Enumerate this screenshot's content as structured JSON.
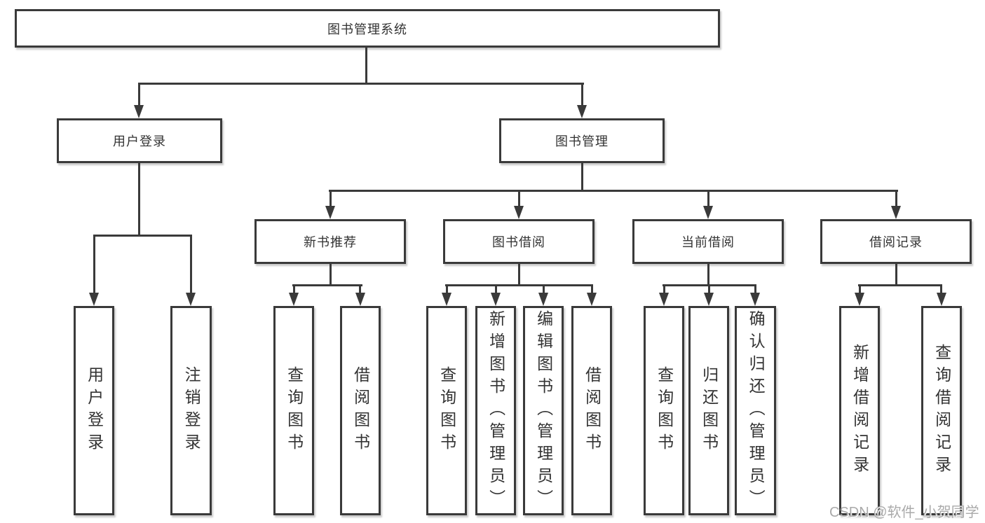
{
  "colors": {
    "line": "#3a3a3a",
    "box_border": "#3a3a3a",
    "text": "#333333",
    "watermark": "#aaaaaa",
    "background": "#ffffff"
  },
  "diagram": {
    "root": "图书管理系统",
    "user_login_branch": {
      "label": "用户登录",
      "children": [
        "用户登录",
        "注销登录"
      ]
    },
    "book_mgmt_branch": {
      "label": "图书管理",
      "groups": [
        {
          "label": "新书推荐",
          "children": [
            "查询图书",
            "借阅图书"
          ]
        },
        {
          "label": "图书借阅",
          "children": [
            "查询图书",
            "新增图书（管理员）",
            "编辑图书（管理员）",
            "借阅图书"
          ]
        },
        {
          "label": "当前借阅",
          "children": [
            "查询图书",
            "归还图书",
            "确认归还（管理员）"
          ]
        },
        {
          "label": "借阅记录",
          "children": [
            "新增借阅记录",
            "查询借阅记录"
          ]
        }
      ]
    },
    "watermark": "CSDN @软件_小贺同学"
  }
}
